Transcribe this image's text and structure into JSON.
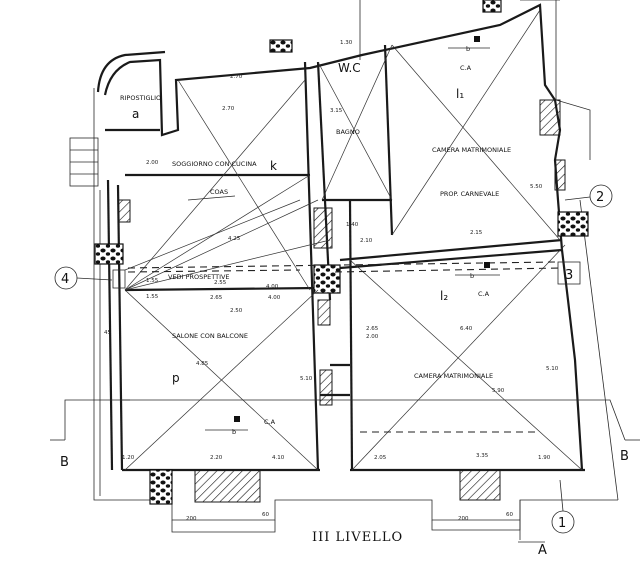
{
  "title": "III LIVELLO",
  "rooms": {
    "ripostiglio": "RIPOSTIGLIO",
    "soggiorno": "SOGGIORNO CON CUCINA",
    "salone": "SALONE CON BALCONE",
    "bagno": "BAGNO",
    "camera_nord": "CAMERA MATRIMONIALE",
    "camera_sud": "CAMERA MATRIMONIALE"
  },
  "marks": {
    "a": "a",
    "k": "k",
    "p": "p",
    "wc": "W.C",
    "l1": "l₁",
    "l2": "l₂",
    "b": "b",
    "ca": "C.A",
    "coas": "COAS",
    "vedi": "VEDI PROSPETTIVE",
    "prop": "PROP. CARNEVALE"
  },
  "axes": {
    "one": "1",
    "two": "2",
    "three": "3",
    "four": "4"
  },
  "sections": {
    "b_left": "B",
    "b_right": "B",
    "a_bottom": "A"
  },
  "dims": {
    "d270a": "2.70",
    "d270b": "2.70",
    "d200": "2.00",
    "d155a": "1.55",
    "d255": "2.55",
    "d400a": "4.00",
    "d155b": "1.55",
    "d265": "2.65",
    "d400b": "4.00",
    "d250": "2.50",
    "d120": "1.20",
    "d220": "2.20",
    "d410": "4.10",
    "d205": "2.05",
    "d335": "3.35",
    "d190": "1.90",
    "d200b": "200",
    "d60a": "60",
    "d200c": "200",
    "d60b": "60",
    "d130": "1.30",
    "d215": "2.15",
    "d210": "2.10",
    "d315": "3.15",
    "d265b": "2.65",
    "d200d": "2.00",
    "d510": "5.10",
    "d485": "4.85",
    "d425": "4.25",
    "d640": "6.40",
    "d550": "5.50",
    "d45": "45",
    "d510b": "5.10",
    "d590": "5.90",
    "d140": "1.40"
  }
}
